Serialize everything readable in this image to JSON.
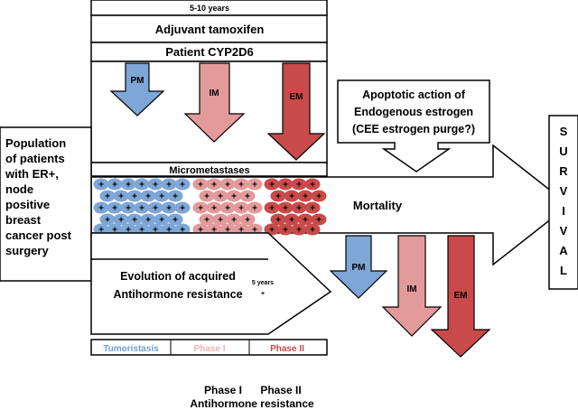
{
  "top_boxes": {
    "duration": "5-10 years",
    "treatment": "Adjuvant tamoxifen",
    "genotype": "Patient CYP2D6"
  },
  "cyp_arrows": [
    {
      "label": "PM",
      "color": "#7ea6d6"
    },
    {
      "label": "IM",
      "color": "#e39a9a"
    },
    {
      "label": "EM",
      "color": "#c94a4a"
    }
  ],
  "population_box": {
    "lines": [
      "Population",
      "of patients",
      "with ER+,",
      "node",
      "positive",
      "breast",
      "cancer post",
      "surgery"
    ]
  },
  "micrometastases_label": "Micrometastases",
  "cell_sign": "+",
  "apoptotic_box": {
    "lines": [
      "Apoptotic action of",
      "Endogenous estrogen",
      "(CEE estrogen purge?)"
    ]
  },
  "mortality_label": "Mortality",
  "survival_letters": [
    "S",
    "U",
    "R",
    "V",
    "I",
    "V",
    "A",
    "L"
  ],
  "evolution_box": {
    "lines": [
      "Evolution of acquired",
      "Antihormone resistance"
    ],
    "note_lines": [
      "5 years",
      "+"
    ]
  },
  "mortality_arrows": [
    {
      "label": "PM",
      "color": "#7ea6d6"
    },
    {
      "label": "IM",
      "color": "#e39a9a"
    },
    {
      "label": "EM",
      "color": "#c94a4a"
    }
  ],
  "phase_bar": {
    "items": [
      {
        "label": "Tumoristasis",
        "color": "#6f9fd3"
      },
      {
        "label": "Phase I",
        "color": "#f0b3b3"
      },
      {
        "label": "Phase II",
        "color": "#c94a4a"
      }
    ]
  },
  "phase_footer": {
    "phase1": "Phase I",
    "phase2": "Phase II",
    "resistance": "Antihormone resistance"
  }
}
